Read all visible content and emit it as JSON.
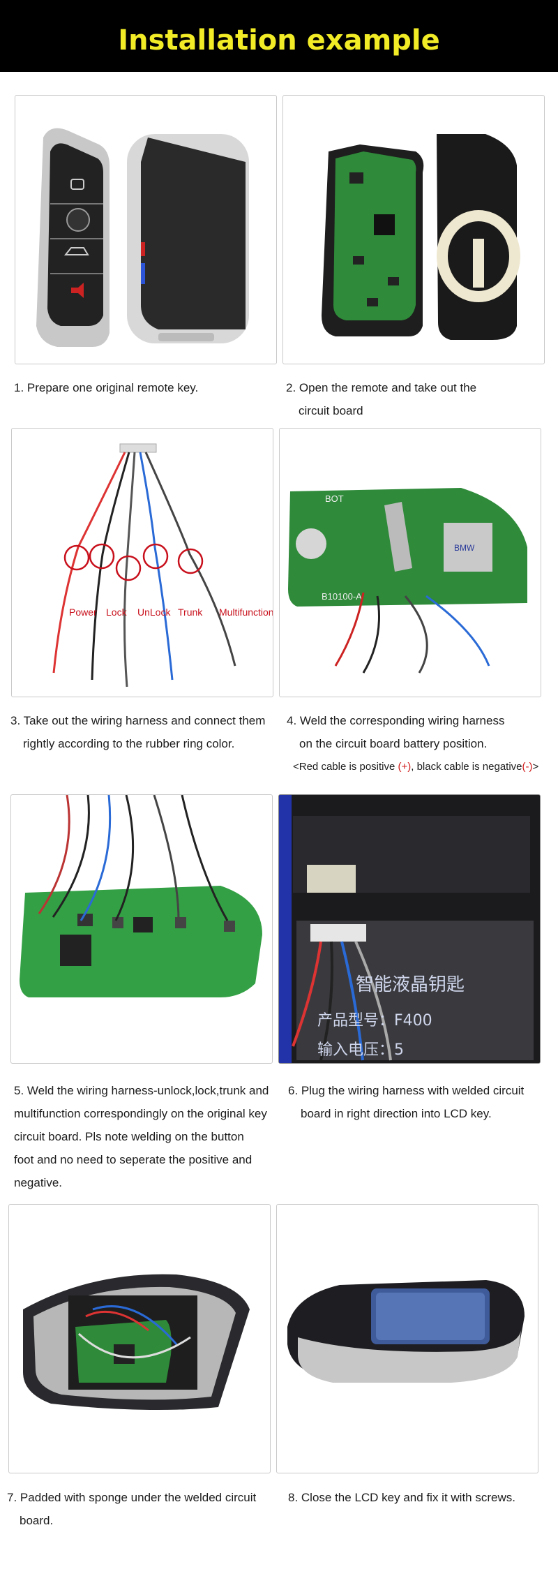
{
  "header": {
    "title": "Installation example"
  },
  "steps": {
    "s1": {
      "line1": "1. Prepare one original remote key."
    },
    "s2": {
      "line1": "2. Open the remote and take out the",
      "line2": "circuit board"
    },
    "s3": {
      "line1": "3. Take out the wiring harness and connect them",
      "line2": "rightly according to the rubber ring color."
    },
    "s4": {
      "line1": "4. Weld the corresponding wiring harness",
      "line2": "on the circuit board battery position.",
      "note_a": "<Red cable is positive ",
      "note_plus": "(+)",
      "note_b": ", black cable is negative",
      "note_minus": "(-)",
      "note_c": ">"
    },
    "s5": {
      "line1": "5. Weld the wiring harness-unlock,lock,trunk and",
      "line2": "multifunction correspondingly on the original key",
      "line3": "circuit board. Pls note welding on the button",
      "line4": "foot and no need to seperate the positive and",
      "line5": "negative."
    },
    "s6": {
      "line1": "6. Plug the wiring harness with welded circuit",
      "line2": "board in right direction into LCD key."
    },
    "s7": {
      "line1": "7. Padded with sponge under the welded circuit",
      "line2": "board."
    },
    "s8": {
      "line1": "8. Close the LCD key and fix it with screws."
    }
  },
  "wire_labels": [
    "Power",
    "Lock",
    "UnLock",
    "Trunk",
    "Multifunction"
  ],
  "board_print": {
    "bot": "BOT",
    "code": "B10100-A",
    "chip": "BMW"
  },
  "lcd_print": {
    "line1": "智能液晶钥匙",
    "line2": "产品型号：F400",
    "line3": "输入电压：5"
  }
}
